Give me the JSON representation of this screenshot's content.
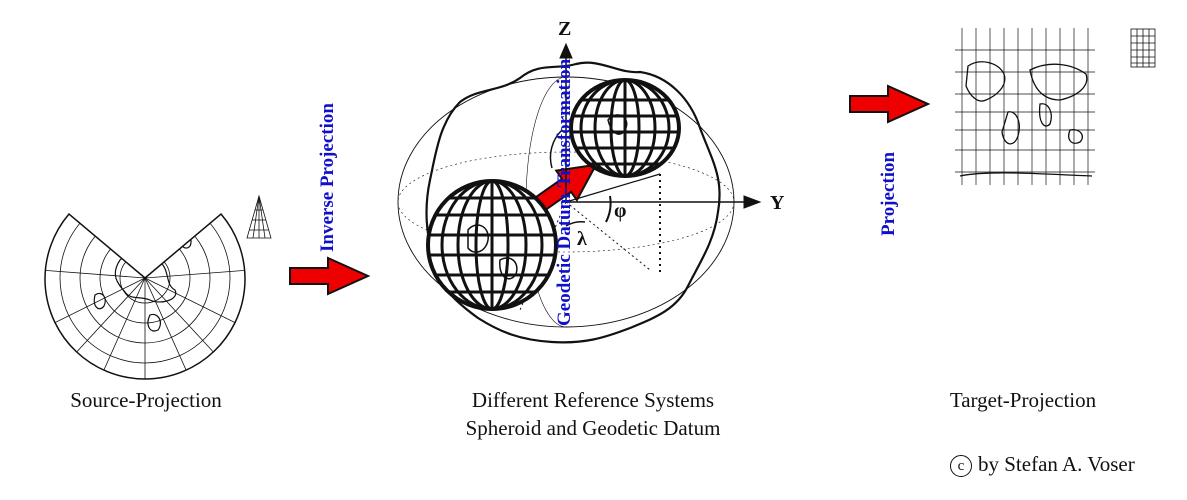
{
  "captions": {
    "source": "Source-Projection",
    "reference_line1": "Different Reference Systems",
    "reference_line2": "Spheroid and Geodetic Datum",
    "target": "Target-Projection"
  },
  "steps": {
    "inverse": "Inverse Projection",
    "datum": "Geodetic Datum-Transformation",
    "projection": "Projection"
  },
  "axes": {
    "z": "Z",
    "y": "Y"
  },
  "angles": {
    "phi": "φ",
    "lambda": "λ"
  },
  "credit": {
    "symbol": "c",
    "text": "by Stefan A. Voser"
  },
  "colors": {
    "label_blue": "#1010cc",
    "arrow_red": "#ee0000",
    "ink": "#111111"
  }
}
